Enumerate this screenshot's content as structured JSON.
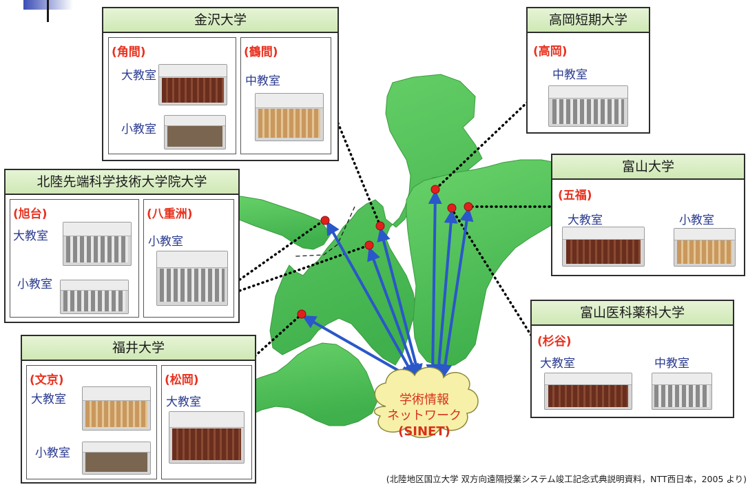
{
  "network": {
    "line1": "学術情報",
    "line2": "ネットワーク",
    "line3": "(SINET)"
  },
  "source_note": "(北陸地区国立大学 双方向遠隔授業システム竣工記念式典説明資料，NTT西日本，2005 より)",
  "universities": {
    "kanazawa": {
      "name": "金沢大学",
      "campus1": {
        "name": "(角間)",
        "room1": "大教室",
        "room2": "小教室"
      },
      "campus2": {
        "name": "(鶴間)",
        "room1": "中教室"
      }
    },
    "takaoka": {
      "name": "高岡短期大学",
      "campus1": {
        "name": "(高岡)",
        "room1": "中教室"
      }
    },
    "jaist": {
      "name": "北陸先端科学技術大学院大学",
      "campus1": {
        "name": "(旭台)",
        "room1": "大教室",
        "room2": "小教室"
      },
      "campus2": {
        "name": "(八重洲)",
        "room1": "小教室"
      }
    },
    "toyama": {
      "name": "富山大学",
      "campus1": {
        "name": "(五福)",
        "room1": "大教室",
        "room2": "小教室"
      }
    },
    "toyama_med": {
      "name": "富山医科薬科大学",
      "campus1": {
        "name": "(杉谷)",
        "room1": "大教室",
        "room2": "中教室"
      }
    },
    "fukui": {
      "name": "福井大学",
      "campus1": {
        "name": "(文京)",
        "room1": "大教室",
        "room2": "小教室"
      },
      "campus2": {
        "name": "(松岡)",
        "room1": "大教室"
      }
    }
  },
  "colors": {
    "map_green": "#4fc35a",
    "arrow_blue": "#2a57c9",
    "node_red": "#e0201c",
    "campus_red": "#e8311e",
    "room_label_blue": "#2a3a8f",
    "cloud_yellow": "#f7f0a8"
  }
}
